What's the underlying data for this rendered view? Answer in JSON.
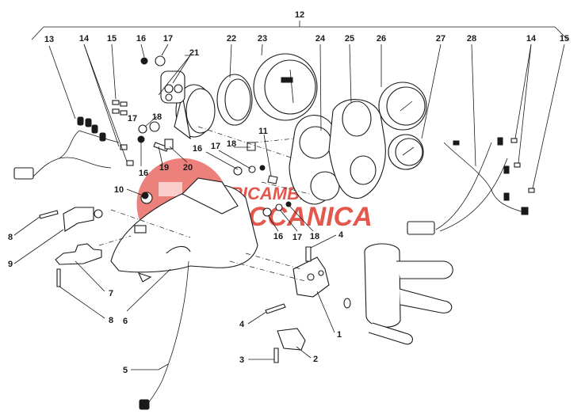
{
  "diagram": {
    "callouts": [
      {
        "id": "c12",
        "text": "12"
      },
      {
        "id": "c13",
        "text": "13"
      },
      {
        "id": "c14a",
        "text": "14"
      },
      {
        "id": "c15a",
        "text": "15"
      },
      {
        "id": "c16a",
        "text": "16"
      },
      {
        "id": "c17a",
        "text": "17"
      },
      {
        "id": "c21",
        "text": "21"
      },
      {
        "id": "c22",
        "text": "22"
      },
      {
        "id": "c23",
        "text": "23"
      },
      {
        "id": "c24",
        "text": "24"
      },
      {
        "id": "c25",
        "text": "25"
      },
      {
        "id": "c26",
        "text": "26"
      },
      {
        "id": "c27",
        "text": "27"
      },
      {
        "id": "c28",
        "text": "28"
      },
      {
        "id": "c14b",
        "text": "14"
      },
      {
        "id": "c15b",
        "text": "15"
      },
      {
        "id": "c18a",
        "text": "18"
      },
      {
        "id": "c17b",
        "text": "17"
      },
      {
        "id": "c16b",
        "text": "16"
      },
      {
        "id": "c19",
        "text": "19"
      },
      {
        "id": "c20",
        "text": "20"
      },
      {
        "id": "c11",
        "text": "11"
      },
      {
        "id": "c17c",
        "text": "17"
      },
      {
        "id": "c18b",
        "text": "18"
      },
      {
        "id": "c16c",
        "text": "16"
      },
      {
        "id": "c10",
        "text": "10"
      },
      {
        "id": "c16d",
        "text": "16"
      },
      {
        "id": "c17d",
        "text": "17"
      },
      {
        "id": "c18c",
        "text": "18"
      },
      {
        "id": "c4a",
        "text": "4"
      },
      {
        "id": "c8a",
        "text": "8"
      },
      {
        "id": "c9",
        "text": "9"
      },
      {
        "id": "c7",
        "text": "7"
      },
      {
        "id": "c8b",
        "text": "8"
      },
      {
        "id": "c6",
        "text": "6"
      },
      {
        "id": "c4b",
        "text": "4"
      },
      {
        "id": "c1",
        "text": "1"
      },
      {
        "id": "c3",
        "text": "3"
      },
      {
        "id": "c2",
        "text": "2"
      },
      {
        "id": "c5",
        "text": "5"
      }
    ]
  },
  "watermark": {
    "line1": "RICAMBI",
    "line2": "MECCANICA",
    "color": "#e03a2f"
  },
  "colors": {
    "ink": "#1a1a1a",
    "background": "#ffffff"
  }
}
